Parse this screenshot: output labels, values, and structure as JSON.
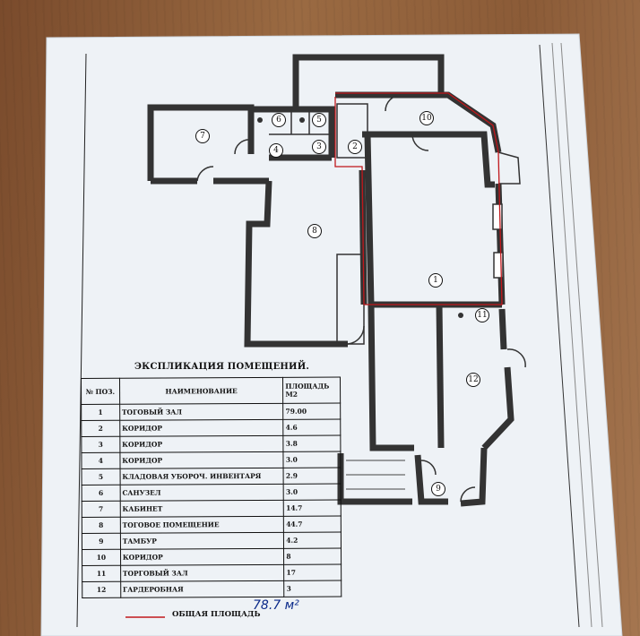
{
  "document": {
    "title": "ЭКСПЛИКАЦИЯ ПОМЕЩЕНИЙ.",
    "columns": [
      "№ ПОЗ.",
      "НАИМЕНОВАНИЕ",
      "ПЛОЩАДЬ М2"
    ],
    "rows": [
      {
        "no": "1",
        "name": "ТОГОВЫЙ ЗАЛ",
        "area": "79.00"
      },
      {
        "no": "2",
        "name": "КОРИДОР",
        "area": "4.6"
      },
      {
        "no": "3",
        "name": "КОРИДОР",
        "area": "3.8"
      },
      {
        "no": "4",
        "name": "КОРИДОР",
        "area": "3.0"
      },
      {
        "no": "5",
        "name": "КЛАДОВАЯ УБОРОЧ. ИНВЕНТАРЯ",
        "area": "2.9"
      },
      {
        "no": "6",
        "name": "САНУЗЕЛ",
        "area": "3.0"
      },
      {
        "no": "7",
        "name": "КАБИНЕТ",
        "area": "14.7"
      },
      {
        "no": "8",
        "name": "ТОГОВОЕ ПОМЕЩЕНИЕ",
        "area": "44.7"
      },
      {
        "no": "9",
        "name": "ТАМБУР",
        "area": "4.2"
      },
      {
        "no": "10",
        "name": "КОРИДОР",
        "area": "8"
      },
      {
        "no": "11",
        "name": "ТОРГОВЫЙ ЗАЛ",
        "area": "17"
      },
      {
        "no": "12",
        "name": "ГАРДЕРОБНАЯ",
        "area": "3"
      }
    ],
    "total_label": "ОБЩАЯ ПЛОЩАДЬ",
    "total_value": "78.7 м²"
  },
  "plan": {
    "room_labels": [
      "1",
      "2",
      "3",
      "4",
      "5",
      "6",
      "7",
      "8",
      "9",
      "10",
      "11",
      "12"
    ],
    "highlight_color": "#c0171b",
    "handwriting_color": "#0b2a8a"
  }
}
